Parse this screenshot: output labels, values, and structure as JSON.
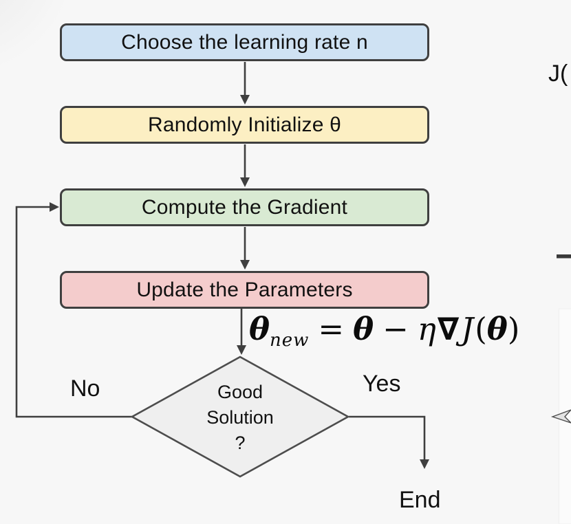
{
  "flowchart": {
    "nodes": [
      {
        "id": "choose-learning-rate",
        "label": "Choose the learning rate n",
        "fill": "#cfe2f3"
      },
      {
        "id": "randomly-initialize",
        "label": "Randomly Initialize θ",
        "fill": "#fcefc3"
      },
      {
        "id": "compute-gradient",
        "label": "Compute the Gradient",
        "fill": "#d9ead3"
      },
      {
        "id": "update-parameters",
        "label": "Update the Parameters",
        "fill": "#f4cccc"
      }
    ],
    "decision": {
      "lines": [
        "Good",
        "Solution",
        "?"
      ],
      "fill": "#efefef"
    },
    "branch_labels": {
      "no": "No",
      "yes": "Yes"
    },
    "end_label": "End",
    "border_color": "#3f3f3f",
    "arrow_color": "#3f3f3f"
  },
  "formula": {
    "theta": "θ",
    "subscript": "new",
    "equals": "=",
    "minus": "−",
    "eta": "η",
    "nabla": "∇",
    "function": "J",
    "lparen": "(",
    "rparen": ")"
  },
  "fragments": {
    "axis_label": "J("
  }
}
